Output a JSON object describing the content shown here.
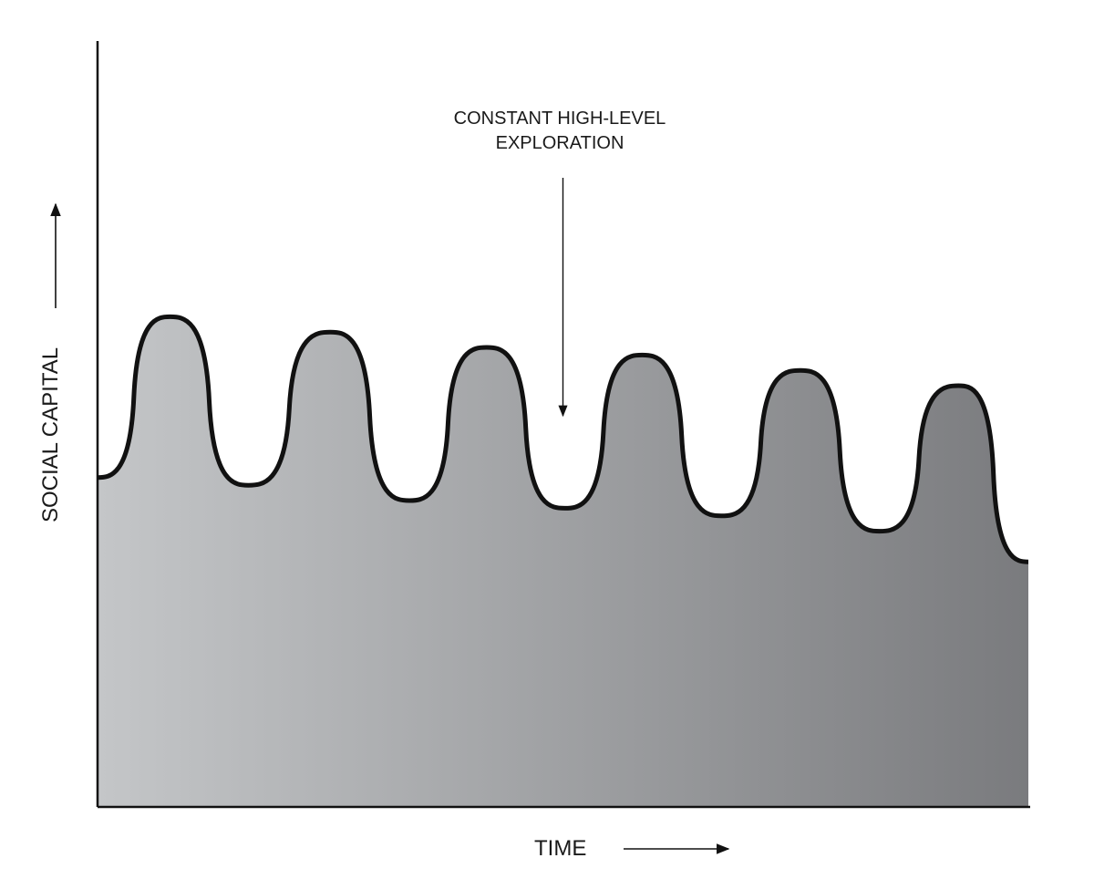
{
  "chart_data": {
    "type": "area",
    "title": "",
    "xlabel": "TIME",
    "ylabel": "SOCIAL CAPITAL",
    "x_ticks": [],
    "y_ticks": [],
    "grid": false,
    "legend": "none",
    "xlim": [
      0,
      100
    ],
    "ylim": [
      0,
      100
    ],
    "series": [
      {
        "points": [
          [
            0,
            43
          ],
          [
            7.8,
            64
          ],
          [
            16.2,
            42
          ],
          [
            25.0,
            62
          ],
          [
            33.5,
            40
          ],
          [
            41.8,
            60
          ],
          [
            50.2,
            39
          ],
          [
            58.5,
            59
          ],
          [
            67.0,
            38
          ],
          [
            75.5,
            57
          ],
          [
            84.0,
            36
          ],
          [
            92.5,
            55
          ],
          [
            100,
            32
          ]
        ]
      }
    ],
    "annotations": [
      {
        "lines": [
          "CONSTANT HIGH-LEVEL",
          "EXPLORATION"
        ],
        "target_x": 50.0
      }
    ],
    "fill_colors": [
      "#c4c6c8",
      "#7a7b7e"
    ],
    "line_color": "#111111"
  }
}
